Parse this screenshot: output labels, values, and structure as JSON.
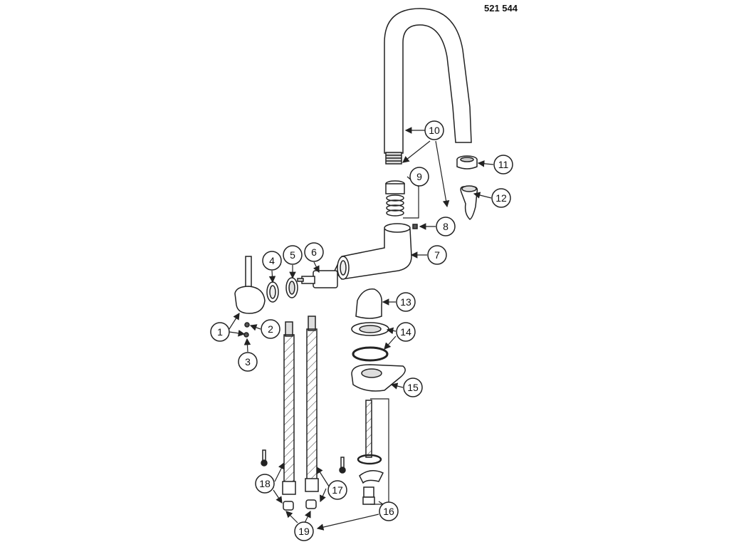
{
  "header": {
    "part_code": "521 544"
  },
  "callouts": [
    {
      "id": "1",
      "label": "1"
    },
    {
      "id": "2",
      "label": "2"
    },
    {
      "id": "3",
      "label": "3"
    },
    {
      "id": "4",
      "label": "4"
    },
    {
      "id": "5",
      "label": "5"
    },
    {
      "id": "6",
      "label": "6"
    },
    {
      "id": "7",
      "label": "7"
    },
    {
      "id": "8",
      "label": "8"
    },
    {
      "id": "9",
      "label": "9"
    },
    {
      "id": "10",
      "label": "10"
    },
    {
      "id": "11",
      "label": "11"
    },
    {
      "id": "12",
      "label": "12"
    },
    {
      "id": "13",
      "label": "13"
    },
    {
      "id": "14",
      "label": "14"
    },
    {
      "id": "15",
      "label": "15"
    },
    {
      "id": "16",
      "label": "16"
    },
    {
      "id": "17",
      "label": "17"
    },
    {
      "id": "18",
      "label": "18"
    },
    {
      "id": "19",
      "label": "19"
    }
  ],
  "colors": {
    "line": "#222222",
    "fill": "#ffffff",
    "light_fill": "#f2f2f2"
  }
}
